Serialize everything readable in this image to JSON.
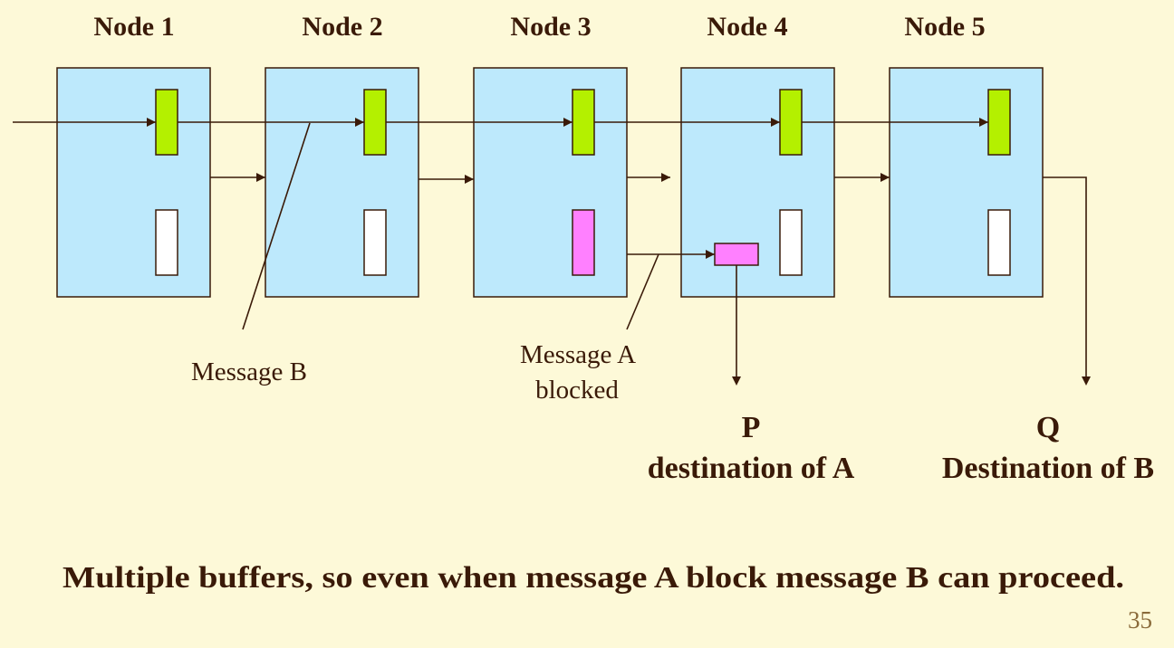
{
  "nodes": [
    {
      "title": "Node 1"
    },
    {
      "title": "Node 2"
    },
    {
      "title": "Node 3"
    },
    {
      "title": "Node 4"
    },
    {
      "title": "Node 5"
    }
  ],
  "labels": {
    "message_b": "Message B",
    "message_a_line1": "Message A",
    "message_a_line2": "blocked"
  },
  "destinations": {
    "p_letter": "P",
    "p_text": "destination of A",
    "q_letter": "Q",
    "q_text": "Destination of B"
  },
  "caption": "Multiple buffers, so even when message A block message B can proceed.",
  "page_number": "35",
  "colors": {
    "background": "#fdf9d8",
    "node_fill": "#bde9fc",
    "message_b_buffer": "#b4f000",
    "message_a_buffer": "#ff80ff",
    "empty_buffer": "#ffffff",
    "ink": "#3a1a08"
  }
}
